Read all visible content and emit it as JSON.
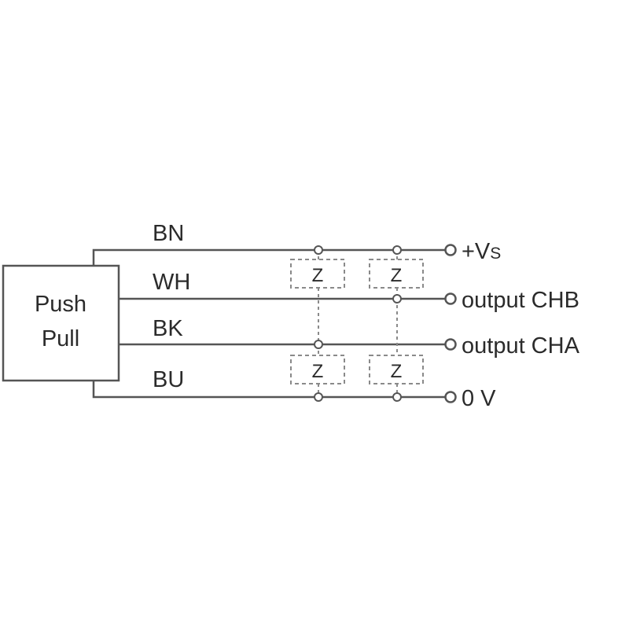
{
  "device": {
    "line1": "Push",
    "line2": "Pull"
  },
  "wires": [
    {
      "code": "BN",
      "terminal": "+V",
      "terminal_sub": "S"
    },
    {
      "code": "WH",
      "terminal": "output CHB"
    },
    {
      "code": "BK",
      "terminal": "output CHA"
    },
    {
      "code": "BU",
      "terminal": "0 V"
    }
  ],
  "load_symbol": "Z",
  "colors": {
    "line": "#555555",
    "dashed": "#8a8a8a",
    "text": "#2b2b2b"
  }
}
